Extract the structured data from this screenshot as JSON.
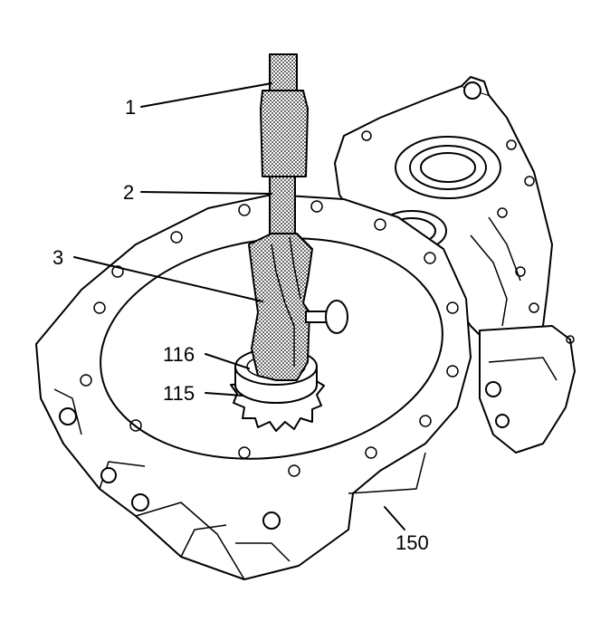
{
  "callouts": {
    "c1": "1",
    "c2": "2",
    "c3": "3",
    "c116": "116",
    "c115": "115",
    "c150": "150"
  },
  "colors": {
    "line": "#000000",
    "background": "#ffffff",
    "tool_shading": "#b5b5b5"
  }
}
